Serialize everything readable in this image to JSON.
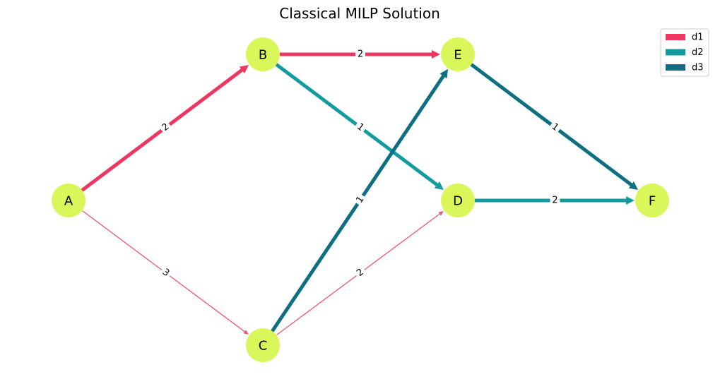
{
  "title": "Classical MILP Solution",
  "colors": {
    "d1": "#ef3661",
    "d2": "#139b9f",
    "d3": "#0e6f83",
    "thin": "#ec5670",
    "node_fill": "#d9f75a"
  },
  "nodes": [
    {
      "id": "A",
      "label": "A"
    },
    {
      "id": "B",
      "label": "B"
    },
    {
      "id": "C",
      "label": "C"
    },
    {
      "id": "D",
      "label": "D"
    },
    {
      "id": "E",
      "label": "E"
    },
    {
      "id": "F",
      "label": "F"
    }
  ],
  "edges": [
    {
      "from": "A",
      "to": "B",
      "label": "2",
      "style": "d1"
    },
    {
      "from": "A",
      "to": "C",
      "label": "3",
      "style": "thin"
    },
    {
      "from": "B",
      "to": "E",
      "label": "2",
      "style": "d1"
    },
    {
      "from": "B",
      "to": "D",
      "label": "1",
      "style": "d2"
    },
    {
      "from": "C",
      "to": "E",
      "label": "1",
      "style": "d3"
    },
    {
      "from": "C",
      "to": "D",
      "label": "2",
      "style": "thin"
    },
    {
      "from": "D",
      "to": "F",
      "label": "2",
      "style": "d2"
    },
    {
      "from": "E",
      "to": "F",
      "label": "1",
      "style": "d3"
    }
  ],
  "legend": [
    {
      "key": "d1",
      "label": "d1"
    },
    {
      "key": "d2",
      "label": "d2"
    },
    {
      "key": "d3",
      "label": "d3"
    }
  ]
}
